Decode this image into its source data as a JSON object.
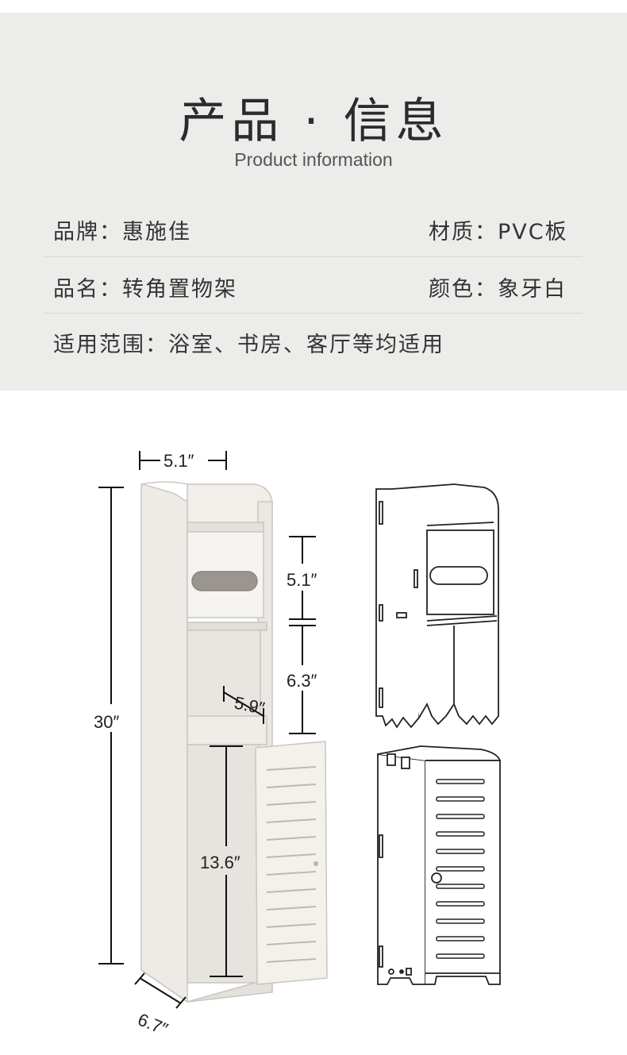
{
  "header": {
    "title": "产品 · 信息",
    "subtitle": "Product information"
  },
  "specs": {
    "brand": "品牌：惠施佳",
    "material": "材质：PVC板",
    "name": "品名：转角置物架",
    "color": "颜色：象牙白",
    "usage": "适用范围：浴室、书房、客厅等均适用"
  },
  "dimensions": {
    "top_width": "5.1″",
    "total_height": "30″",
    "drawer_height": "5.1″",
    "shelf_height": "6.3″",
    "shelf_depth": "5.9″",
    "cabinet_height": "13.6″",
    "base_depth": "6.7″"
  }
}
